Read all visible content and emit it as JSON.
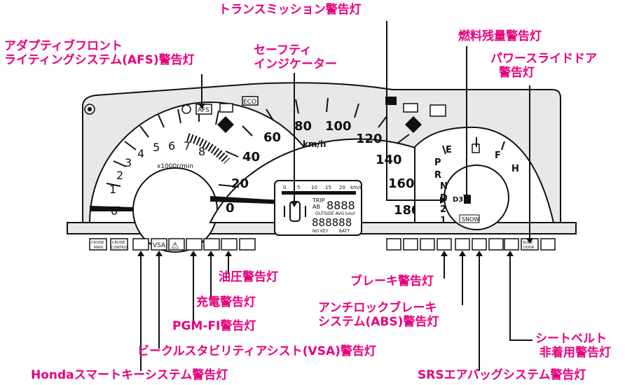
{
  "callouts": {
    "transmission": "トランスミッション警告灯",
    "afs_line1": "アダプティブフロント",
    "afs_line2": "ライティングシステム(AFS)警告灯",
    "safety_line1": "セーフティ",
    "safety_line2": "インジケーター",
    "fuel": "燃料残量警告灯",
    "power_slide_line1": "パワースライドドア",
    "power_slide_line2": "警告灯",
    "oil_pressure": "油圧警告灯",
    "charge": "充電警告灯",
    "pgm_fi": "PGM-FI警告灯",
    "vsa": "ビークルスタビリティアシスト(VSA)警告灯",
    "honda_smart_key": "Hondaスマートキーシステム警告灯",
    "brake": "ブレーキ警告灯",
    "abs_line1": "アンチロックブレーキ",
    "abs_line2": "システム(ABS)警告灯",
    "seatbelt_line1": "シートベルト",
    "seatbelt_line2": "非着用警告灯",
    "srs": "SRSエアバッグシステム警告灯"
  },
  "tachometer": {
    "ticks": [
      "0",
      "1",
      "2",
      "3",
      "4",
      "5",
      "6",
      "7",
      "8"
    ],
    "unit": "x1000r/min"
  },
  "speedometer": {
    "ticks": [
      "20",
      "40",
      "60",
      "80",
      "100",
      "120",
      "140",
      "160",
      "180"
    ],
    "zero": "0",
    "unit": "km/h"
  },
  "fuel_gauge": {
    "empty": "E",
    "full": "F"
  },
  "temp_gauge": {
    "hot": "H"
  },
  "gear_indicator": [
    "P",
    "R",
    "N",
    "D",
    "2",
    "1"
  ],
  "d3_label": "D3",
  "snow_label": "SNOW",
  "top_indicators": {
    "afs": "AFS",
    "eco": "ECO"
  },
  "lcd": {
    "scale": [
      "0",
      "5",
      "10",
      "15",
      "20",
      "km/ℓ"
    ],
    "trip": "TRIP",
    "ab": "AB",
    "odo": "8888",
    "outside": "OUTSIDE AVG km/ℓ",
    "big_digits": "888888",
    "no_key": "NO KEY",
    "batt": "BATT"
  },
  "bottom_labels": {
    "cruise_main_1": "CRUISE",
    "cruise_main_2": "MAIN",
    "cruise_control_1": "CRUISE",
    "cruise_control_2": "CONTROL",
    "vsa": "VSA",
    "slide_door_1": "SLIDE",
    "slide_door_2": "DOOR"
  },
  "colors": {
    "accent": "#e6007e",
    "panel_bg": "#e8e8e8",
    "gauge_face": "#ffffff",
    "outline": "#111111"
  }
}
